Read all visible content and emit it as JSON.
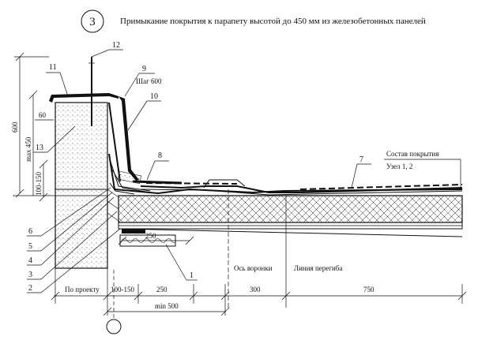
{
  "title": "Примыкание покрытия к парапету высотой до 450 мм из железобетонных панелей",
  "node_number": "3",
  "callouts": [
    "1",
    "2",
    "3",
    "4",
    "5",
    "6",
    "7",
    "8",
    "9",
    "10",
    "11",
    "12",
    "13"
  ],
  "notes": {
    "step": "Шаг 600",
    "roof_composition": "Состав покрытия",
    "node_ref": "Узел 1, 2",
    "funnel_axis": "Ось воронки",
    "bend_line": "Линия перегиба",
    "by_project": "По проекту"
  },
  "dimensions": {
    "h600": "600",
    "max450": "max 450",
    "d60": "60",
    "d100_150_v": "100-150",
    "d250_top": "250",
    "d100_150_h": "100-150",
    "d250_bottom": "250",
    "d300": "300",
    "d750": "750",
    "min500": "min 500"
  }
}
